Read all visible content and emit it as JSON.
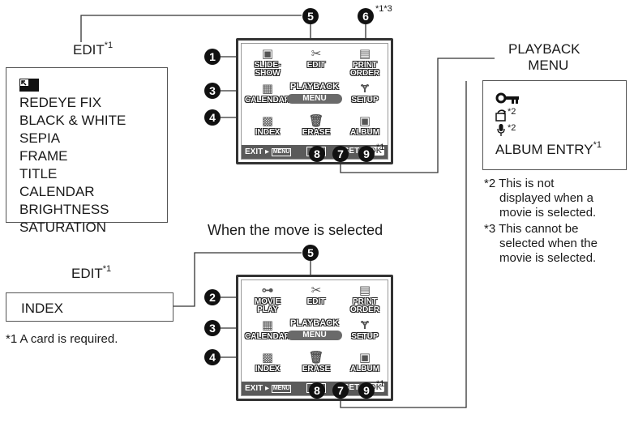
{
  "edit_top": {
    "label": "EDIT",
    "sup": "*1"
  },
  "edit_list": [
    "REDEYE FIX",
    "BLACK & WHITE",
    "SEPIA",
    "FRAME",
    "TITLE",
    "CALENDAR",
    "BRIGHTNESS",
    "SATURATION"
  ],
  "edit_bottom": {
    "label": "EDIT",
    "sup": "*1",
    "item": "INDEX"
  },
  "footnote1": "*1 A card is required.",
  "movie_heading": "When the move is selected",
  "playback_menu": {
    "line1": "PLAYBACK",
    "line2": "MENU"
  },
  "right_box": {
    "sup2a": "*2",
    "sup2b": "*2",
    "album_entry": "ALBUM ENTRY",
    "album_sup": "*1"
  },
  "footnote2": {
    "mark": "*2",
    "lines": [
      "This is not",
      "displayed when a",
      "movie is selected."
    ]
  },
  "footnote3": {
    "mark": "*3",
    "lines": [
      "This cannot be",
      "selected when the",
      "movie is selected."
    ]
  },
  "screen1": {
    "items": [
      "SLIDE-SHOW",
      "EDIT",
      "PRINT ORDER",
      "CALENDAR",
      "SETUP",
      "INDEX",
      "ERASE",
      "ALBUM"
    ],
    "center_top": "PLAYBACK",
    "center_bottom": "MENU",
    "bar_exit": "EXIT",
    "bar_menu": "MENU",
    "bar_set": "SET",
    "bar_ok": "OK"
  },
  "screen2": {
    "items": [
      "MOVIE PLAY",
      "EDIT",
      "PRINT ORDER",
      "CALENDAR",
      "SETUP",
      "INDEX",
      "ERASE",
      "ALBUM"
    ],
    "center_top": "PLAYBACK",
    "center_bottom": "MENU",
    "bar_exit": "EXIT",
    "bar_menu": "MENU",
    "bar_set": "SET",
    "bar_ok": "OK"
  },
  "callouts": {
    "n1": "1",
    "n2": "2",
    "n3": "3",
    "n4": "4",
    "n5": "5",
    "n6": "6",
    "n7": "7",
    "n8": "8",
    "n9": "9",
    "n6_sup": "*1*3",
    "n9_sup": "*1"
  },
  "icons": [
    "resize-icon",
    "protect-key-icon",
    "rotate-icon",
    "microphone-icon"
  ]
}
